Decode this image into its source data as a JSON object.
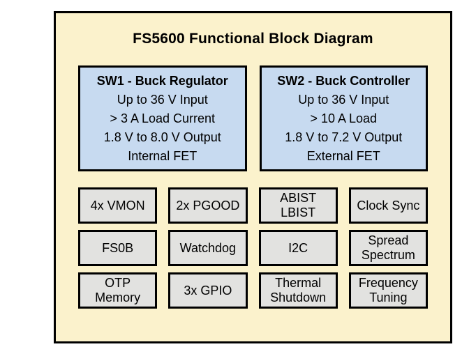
{
  "diagram": {
    "title": "FS5600 Functional Block Diagram",
    "colors": {
      "panel_background": "#FBF2CC",
      "regulator_block": "#C7DAF0",
      "feature_block": "#E2E2E0",
      "border": "#000000"
    },
    "regulators": [
      {
        "name": "SW1 - Buck Regulator",
        "lines": [
          "Up to 36 V Input",
          "> 3 A Load Current",
          "1.8 V to 8.0 V Output",
          "Internal FET"
        ]
      },
      {
        "name": "SW2 - Buck Controller",
        "lines": [
          "Up to 36 V Input",
          "> 10 A Load",
          "1.8 V to 7.2 V Output",
          "External FET"
        ]
      }
    ],
    "features": [
      {
        "id": "4x-vmon",
        "lines": [
          "4x VMON"
        ]
      },
      {
        "id": "2x-pgood",
        "lines": [
          "2x PGOOD"
        ]
      },
      {
        "id": "abist-lbist",
        "lines": [
          "ABIST",
          "LBIST"
        ]
      },
      {
        "id": "clock-sync",
        "lines": [
          "Clock Sync"
        ]
      },
      {
        "id": "fs0b",
        "lines": [
          "FS0B"
        ]
      },
      {
        "id": "watchdog",
        "lines": [
          "Watchdog"
        ]
      },
      {
        "id": "i2c",
        "lines": [
          "I2C"
        ]
      },
      {
        "id": "spread-spectrum",
        "lines": [
          "Spread",
          "Spectrum"
        ]
      },
      {
        "id": "otp-memory",
        "lines": [
          "OTP",
          "Memory"
        ]
      },
      {
        "id": "3x-gpio",
        "lines": [
          "3x GPIO"
        ]
      },
      {
        "id": "thermal-shutdown",
        "lines": [
          "Thermal",
          "Shutdown"
        ]
      },
      {
        "id": "frequency-tuning",
        "lines": [
          "Frequency",
          "Tuning"
        ]
      }
    ]
  }
}
